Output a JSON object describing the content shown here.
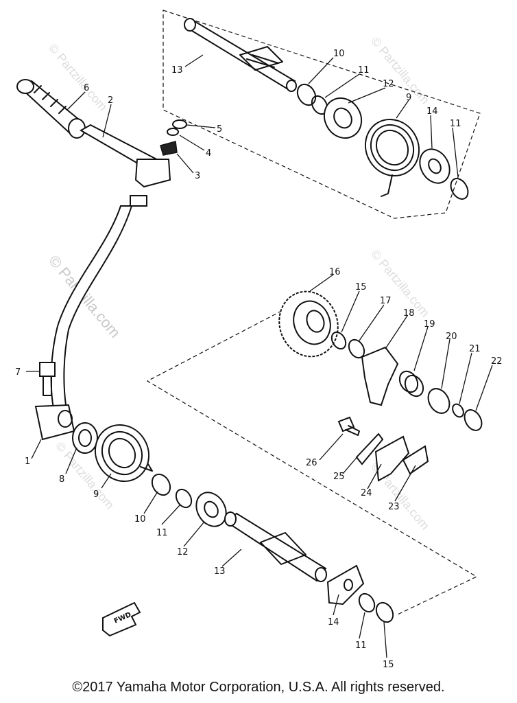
{
  "diagram": {
    "callouts": [
      "1",
      "2",
      "3",
      "4",
      "5",
      "6",
      "7",
      "8",
      "9",
      "10",
      "11",
      "12",
      "13",
      "14",
      "15",
      "16",
      "17",
      "18",
      "19",
      "20",
      "21",
      "22",
      "23",
      "24",
      "25",
      "26"
    ],
    "fwd_label": "FWD"
  },
  "watermark": {
    "text": "© Partzilla.com",
    "color": "#c8c8c8"
  },
  "footer": {
    "copyright": "©2017 Yamaha Motor Corporation, U.S.A. All rights reserved."
  }
}
